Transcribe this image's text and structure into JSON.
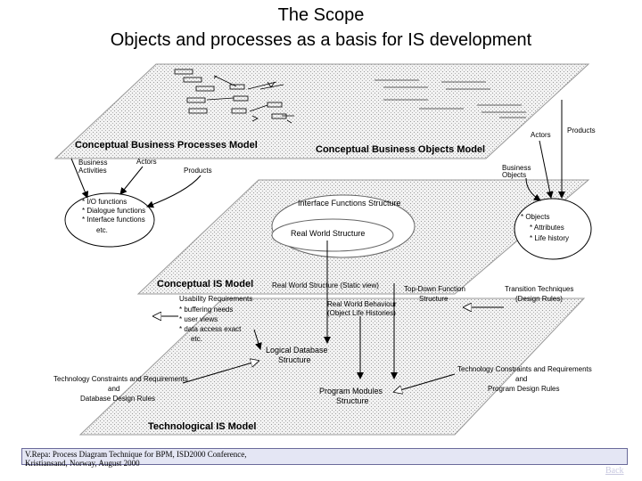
{
  "title": {
    "line1": "The Scope",
    "line2": "Objects and processes as a basis for IS development"
  },
  "top_plane": {
    "label_left": "Conceptual Business Processes Model",
    "label_right": "Conceptual Business Objects Model",
    "right_labels": {
      "actors": "Actors",
      "products": "Products"
    },
    "left_labels": {
      "business_activities_1": "Business",
      "business_activities_2": "Activities",
      "actors": "Actors",
      "products": "Products"
    },
    "business_objects_1": "Business",
    "business_objects_2": "Objects"
  },
  "left_ellipse": {
    "lines": [
      "* I/O functions",
      "* Dialogue functions",
      "* Interface functions",
      "etc."
    ]
  },
  "right_ellipse": {
    "lines": [
      "* Objects",
      "* Attributes",
      "* Life history"
    ]
  },
  "middle_plane": {
    "label": "Conceptual IS Model",
    "interface_structure": "Interface Functions Structure",
    "real_world_structure": "Real World Structure",
    "static_view": "Real World Structure (Static view)",
    "behaviour_1": "Real World Behaviour",
    "behaviour_2": "(Object Life Histories)",
    "topdown_1": "Top-Down Function",
    "topdown_2": "Structure"
  },
  "usability": {
    "lines": [
      "Usability Requirements",
      "* buffering needs",
      "* user views",
      "* data access exact",
      "etc."
    ]
  },
  "transition": {
    "line1": "Transition Techniques",
    "line2": "(Design Rules)"
  },
  "bottom_plane": {
    "label": "Technological IS Model",
    "db_1": "Logical Database",
    "db_2": "Structure",
    "pm_1": "Program Modules",
    "pm_2": "Structure"
  },
  "tech_left": {
    "line1": "Technology Constraints and Requirements",
    "line2": "and",
    "line3": "Database Design Rules"
  },
  "tech_right": {
    "line1": "Technology Constraints and Requirements",
    "line2": "and",
    "line3": "Program Design Rules"
  },
  "footer": {
    "line1": "V.Repa: Process Diagram Technique for BPM, ISD2000 Conference,",
    "line2": "Kristiansand, Norway, August 2000"
  },
  "back_link": "Back",
  "colors": {
    "plane_fill": "#e6e6e6",
    "plane_stroke": "#999999",
    "footer_bg": "#e4e6f4",
    "back_link": "#c8c8e0"
  }
}
